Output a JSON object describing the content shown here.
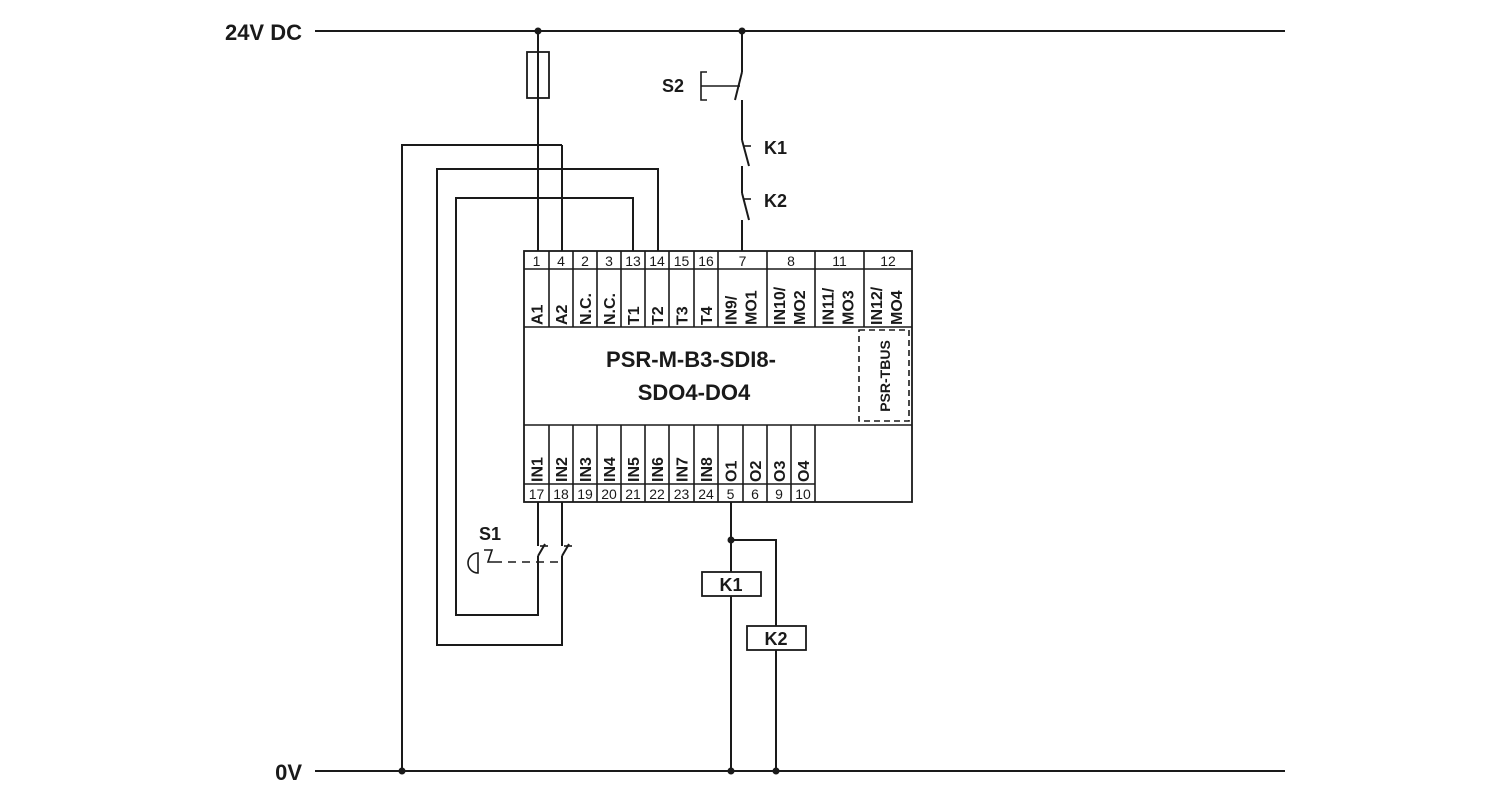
{
  "rails": {
    "top": "24V DC",
    "bottom": "0V"
  },
  "module": {
    "name_line1": "PSR-M-B3-SDI8-",
    "name_line2": "SDO4-DO4",
    "bus": "PSR-TBUS",
    "top_terminals": [
      "1",
      "4",
      "2",
      "3",
      "13",
      "14",
      "15",
      "16",
      "7",
      "8",
      "11",
      "12"
    ],
    "top_pins": [
      [
        "A1"
      ],
      [
        "A2"
      ],
      [
        "N.C."
      ],
      [
        "N.C."
      ],
      [
        "T1"
      ],
      [
        "T2"
      ],
      [
        "T3"
      ],
      [
        "T4"
      ],
      [
        "IN9/",
        "MO1"
      ],
      [
        "IN10/",
        "MO2"
      ],
      [
        "IN11/",
        "MO3"
      ],
      [
        "IN12/",
        "MO4"
      ]
    ],
    "bottom_pins": [
      "IN1",
      "IN2",
      "IN3",
      "IN4",
      "IN5",
      "IN6",
      "IN7",
      "IN8",
      "O1",
      "O2",
      "O3",
      "O4"
    ],
    "bottom_terminals": [
      "17",
      "18",
      "19",
      "20",
      "21",
      "22",
      "23",
      "24",
      "5",
      "6",
      "9",
      "10"
    ]
  },
  "components": {
    "s1": "S1",
    "s2": "S2",
    "k1": "K1",
    "k2": "K2"
  }
}
